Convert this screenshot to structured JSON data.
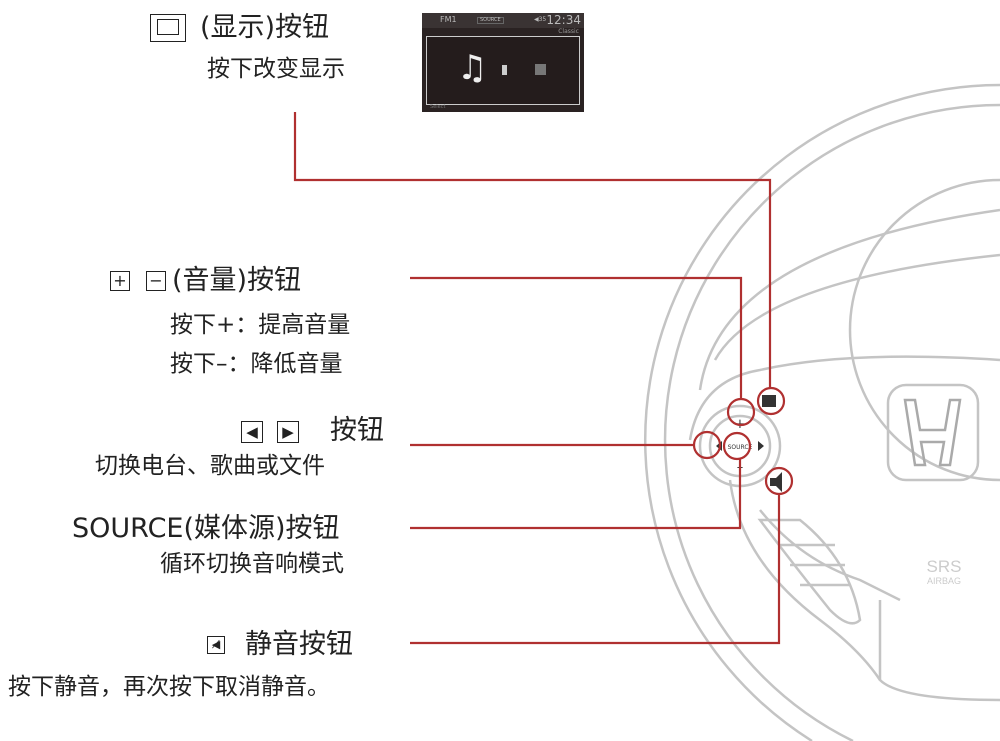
{
  "display_button": {
    "title": "(显示)按钮",
    "desc": "按下改变显示"
  },
  "screen": {
    "source_label": "FM1",
    "source_badge": "SOURCE",
    "volume": "◀35",
    "time": "12:34",
    "mode": "Classic",
    "footer_left": "Select",
    "icon": "music-note-icon"
  },
  "volume_button": {
    "title": "(音量)按钮",
    "desc_plus": "按下+：提高音量",
    "desc_minus": "按下–：降低音量"
  },
  "seek_button": {
    "title": "按钮",
    "desc": "切换电台、歌曲或文件"
  },
  "source_button": {
    "title": "SOURCE(媒体源)按钮",
    "desc": "循环切换音响模式"
  },
  "mute_button": {
    "title": "静音按钮",
    "desc": "按下静音，再次按下取消静音。"
  },
  "wheel": {
    "source_text": "SOURCE",
    "srs": "SRS",
    "airbag": "AIRBAG"
  },
  "colors": {
    "callout": "#b03030",
    "wheel": "#bbbbbb"
  }
}
